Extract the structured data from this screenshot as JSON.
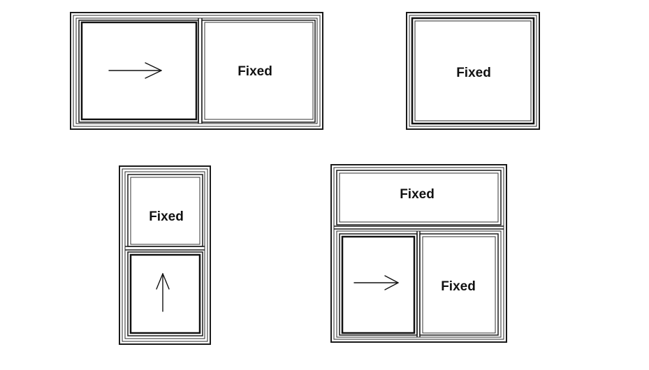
{
  "windows": {
    "sliding_window_top_left": {
      "right_panel_label": "Fixed",
      "left_panel_operation": "slide-right-arrow-icon"
    },
    "picture_window_top_right": {
      "panel_label": "Fixed"
    },
    "single_hung_window_bottom_left": {
      "top_panel_label": "Fixed",
      "bottom_panel_operation": "slide-up-arrow-icon"
    },
    "sliding_window_with_transom_bottom_right": {
      "transom_label": "Fixed",
      "right_panel_label": "Fixed",
      "left_panel_operation": "slide-right-arrow-icon"
    }
  }
}
